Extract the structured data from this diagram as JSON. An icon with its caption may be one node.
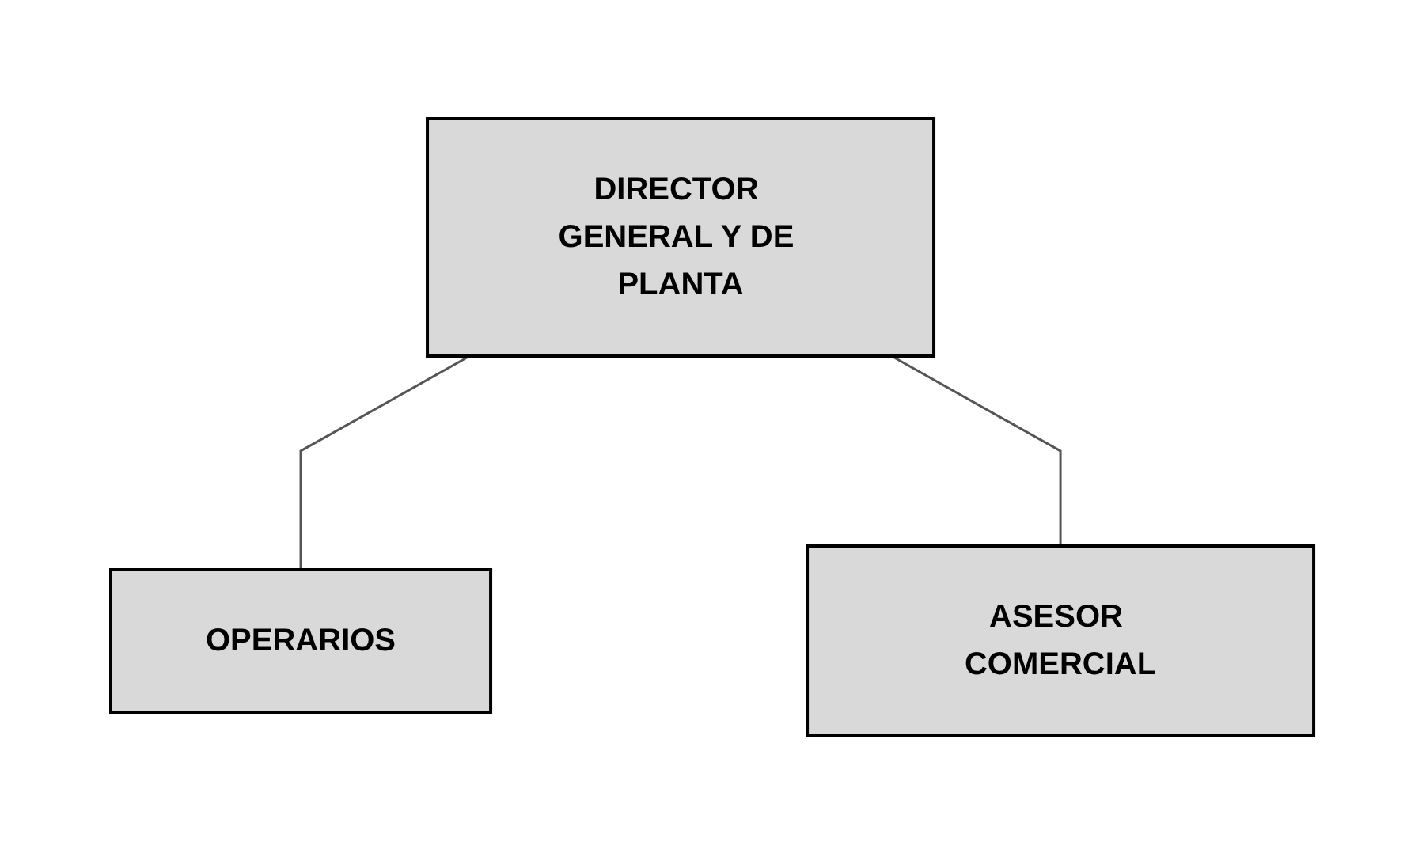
{
  "diagram": {
    "nodes": [
      {
        "text": [
          "DIRECTOR GENERAL Y DE PLANTA"
        ]
      },
      {
        "text": [
          "OPERARIOS"
        ]
      },
      {
        "text": [
          "ASESOR COMERCIAL"
        ]
      }
    ],
    "edges": [
      {
        "from": 0,
        "to": 1,
        "arrow": "none"
      },
      {
        "from": 0,
        "to": 2,
        "arrow": "none"
      }
    ]
  }
}
